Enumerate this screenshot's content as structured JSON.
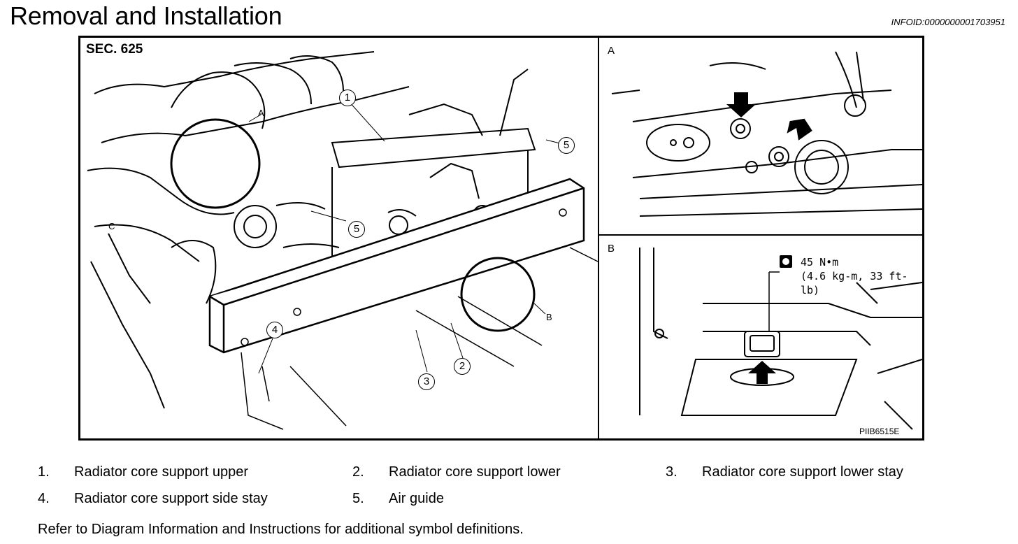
{
  "header": {
    "title": "Removal and Installation",
    "info_id": "INFOID:0000000001703951"
  },
  "figure": {
    "section": "SEC. 625",
    "panel_a_label": "A",
    "panel_b_label": "B",
    "view_letters": {
      "a": "A",
      "b": "B",
      "c": "C"
    },
    "callouts": [
      "1",
      "2",
      "3",
      "4",
      "5",
      "5"
    ],
    "torque": {
      "line1": "45 N•m",
      "line2": "(4.6 kg-m, 33 ft-lb)"
    },
    "figure_code": "PIIB6515E"
  },
  "legend": [
    {
      "num": "1.",
      "text": "Radiator core support upper"
    },
    {
      "num": "2.",
      "text": "Radiator core support lower"
    },
    {
      "num": "3.",
      "text": "Radiator core support lower stay"
    },
    {
      "num": "4.",
      "text": "Radiator core support side stay"
    },
    {
      "num": "5.",
      "text": "Air guide"
    }
  ],
  "footnote": "Refer to Diagram Information and Instructions for additional symbol definitions."
}
